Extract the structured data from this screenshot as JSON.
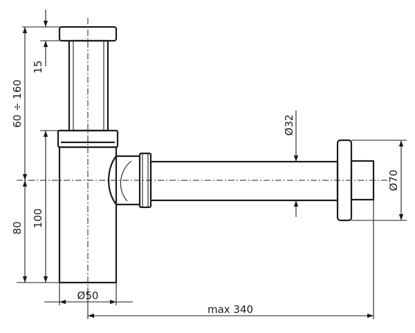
{
  "dimensions": {
    "extension": "60 ÷ 160",
    "cap": "15",
    "body_height": "100",
    "drain_height": "80",
    "body_diameter": "Ø50",
    "length": "max 340",
    "pipe_diameter": "Ø32",
    "flange_diameter": "Ø70"
  }
}
